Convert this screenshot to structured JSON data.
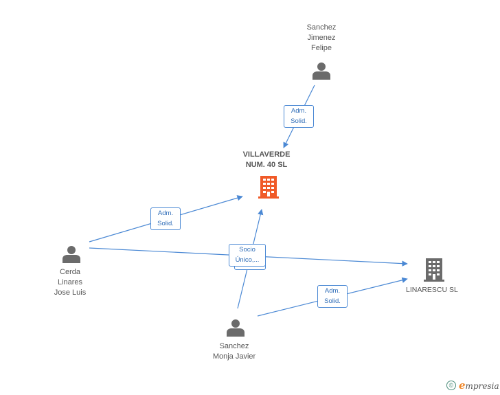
{
  "nodes": {
    "sanchez_jimenez": {
      "line1": "Sanchez",
      "line2": "Jimenez",
      "line3": "Felipe"
    },
    "villaverde": {
      "line1": "VILLAVERDE",
      "line2": "NUM.  40 SL"
    },
    "cerda": {
      "line1": "Cerda",
      "line2": "Linares",
      "line3": "Jose Luis"
    },
    "sanchez_monja": {
      "line1": "Sanchez",
      "line2": "Monja Javier"
    },
    "linarescu": {
      "line1": "LINARESCU SL"
    }
  },
  "edges": {
    "jimenez_to_villaverde": {
      "line1": "Adm.",
      "line2": "Solid."
    },
    "cerda_to_villaverde": {
      "line1": "Adm.",
      "line2": "Solid."
    },
    "socio_unico": {
      "line1": "Socio",
      "line2": "Único,..."
    },
    "monja_to_linarescu": {
      "line1": "Adm.",
      "line2": "Solid."
    }
  },
  "footer": {
    "copyright_symbol": "©",
    "brand_initial": "e",
    "brand_rest": "mpresia"
  },
  "colors": {
    "edge": "#4a88d4",
    "main_company": "#f05a28",
    "person": "#6b6b6b",
    "company": "#6b6b6b"
  },
  "icons": [
    "person-icon",
    "building-icon"
  ]
}
